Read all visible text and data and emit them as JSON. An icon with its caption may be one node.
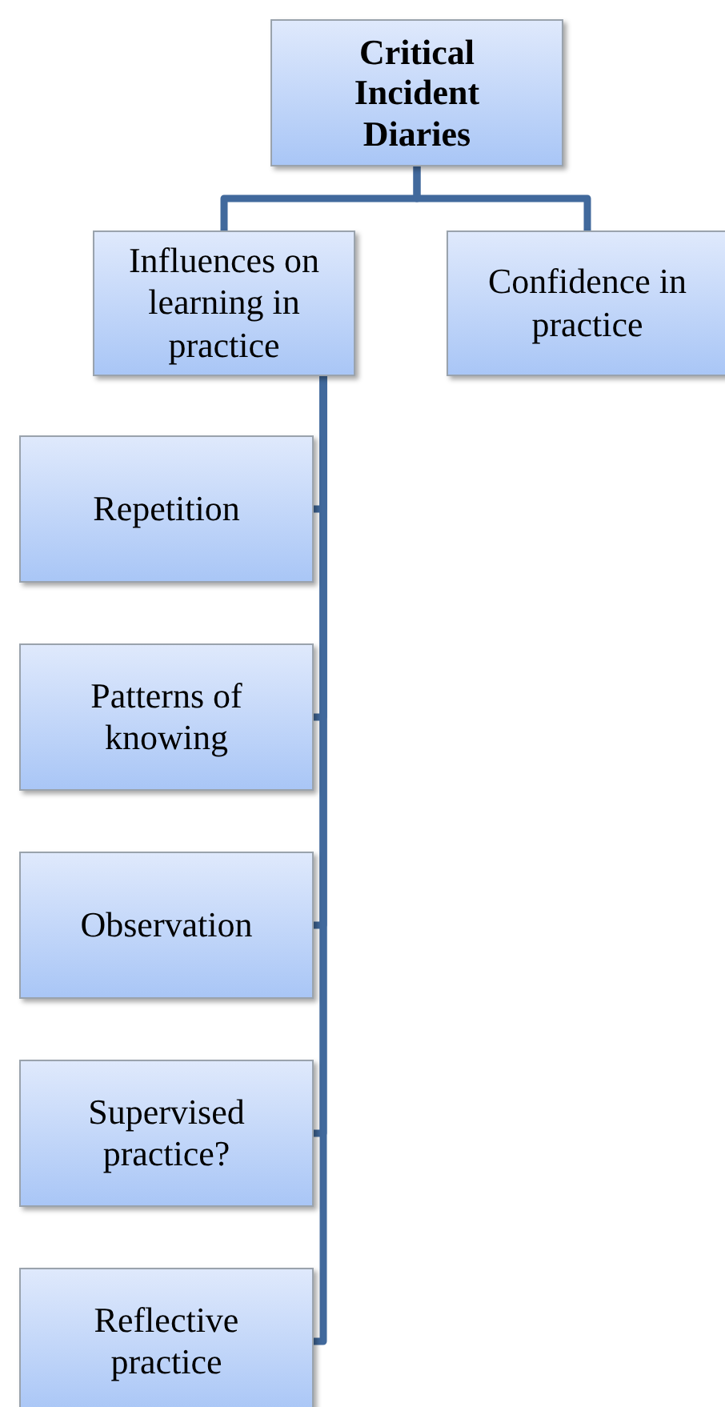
{
  "diagram": {
    "nodes": [
      {
        "text": [
          "Critical Incident Diaries"
        ]
      },
      {
        "text": [
          "Influences on learning in practice"
        ]
      },
      {
        "text": [
          "Confidence in practice"
        ]
      },
      {
        "text": [
          "Repetition"
        ]
      },
      {
        "text": [
          "Patterns of knowing"
        ]
      },
      {
        "text": [
          "Observation"
        ]
      },
      {
        "text": [
          "Supervised practice?"
        ]
      },
      {
        "text": [
          "Reflective practice"
        ]
      }
    ],
    "edges": [
      {
        "from": 0,
        "to": 1,
        "arrow": "none"
      },
      {
        "from": 0,
        "to": 2,
        "arrow": "none"
      },
      {
        "from": 1,
        "to": 3,
        "arrow": "none"
      },
      {
        "from": 1,
        "to": 4,
        "arrow": "none"
      },
      {
        "from": 1,
        "to": 5,
        "arrow": "none"
      },
      {
        "from": 1,
        "to": 6,
        "arrow": "none"
      },
      {
        "from": 1,
        "to": 7,
        "arrow": "none"
      }
    ]
  }
}
